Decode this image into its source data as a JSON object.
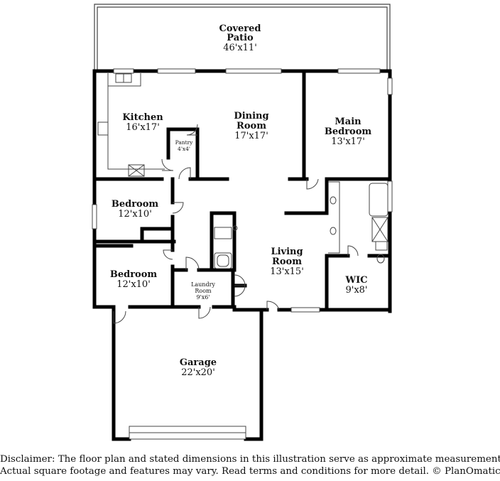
{
  "rooms": {
    "covered_patio": {
      "name_line1": "Covered",
      "name_line2": "Patio",
      "dims": "46'x11'"
    },
    "kitchen": {
      "name": "Kitchen",
      "dims": "16'x17'"
    },
    "dining_room": {
      "name_line1": "Dining",
      "name_line2": "Room",
      "dims": "17'x17'"
    },
    "main_bedroom": {
      "name_line1": "Main",
      "name_line2": "Bedroom",
      "dims": "13'x17'"
    },
    "pantry": {
      "name": "Pantry",
      "dims": "4'x4'"
    },
    "bedroom_upper": {
      "name": "Bedroom",
      "dims": "12'x10'"
    },
    "bedroom_lower": {
      "name": "Bedroom",
      "dims": "12'x10'"
    },
    "living_room": {
      "name_line1": "Living",
      "name_line2": "Room",
      "dims": "13'x15'"
    },
    "laundry_room": {
      "name_line1": "Laundry",
      "name_line2": "Room",
      "dims": "9'x6'"
    },
    "wic": {
      "name": "WIC",
      "dims": "9'x8'"
    },
    "garage": {
      "name": "Garage",
      "dims": "22'x20'"
    }
  },
  "disclaimer": {
    "line1": "Disclaimer: The floor plan and stated dimensions in this illustration serve as approximate measurements.",
    "line2": "Actual square footage and features may vary. Read terms and conditions for more detail. © PlanOmatic"
  }
}
